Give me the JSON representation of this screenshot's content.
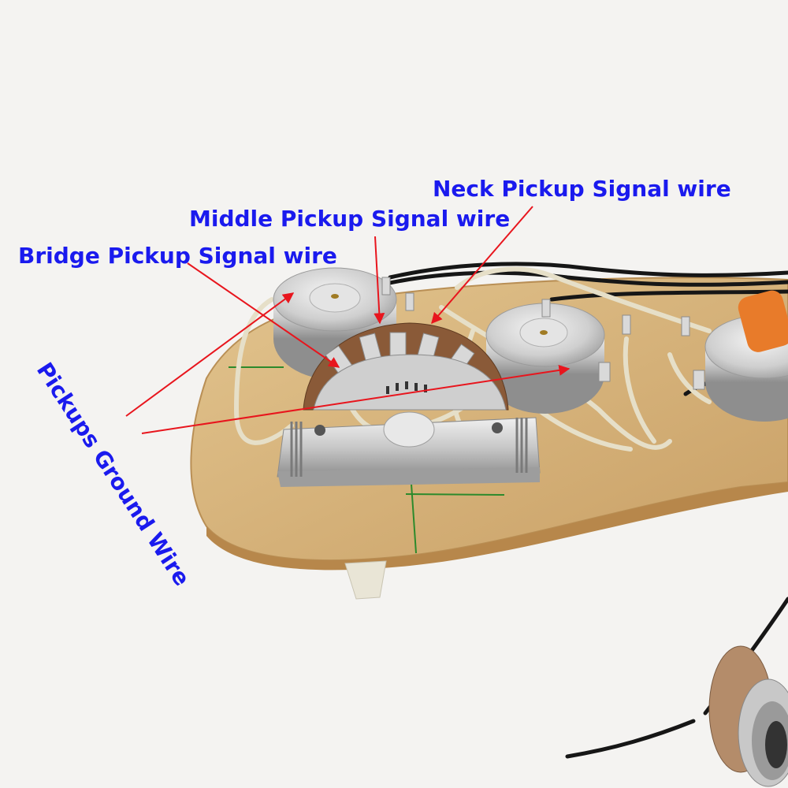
{
  "labels": {
    "neck": "Neck Pickup Signal wire",
    "middle": "Middle Pickup Signal wire",
    "bridge": "Bridge Pickup Signal wire",
    "ground": "Pickups Ground Wire"
  },
  "colors": {
    "label": "#1a1aee",
    "arrow": "#e8151d",
    "background": "#f4f3f1",
    "pickguard": "#d9b67c",
    "guide_line": "#2c8a2c",
    "wire_white": "#e6dfc8",
    "wire_black": "#161616",
    "metal": "#c9c9c9",
    "switch_wafer": "#8a5a38",
    "capacitor": "#e87b2a"
  },
  "icons": [
    "arrow-icon",
    "potentiometer-icon",
    "selector-switch-icon",
    "capacitor-icon",
    "jack-icon"
  ]
}
